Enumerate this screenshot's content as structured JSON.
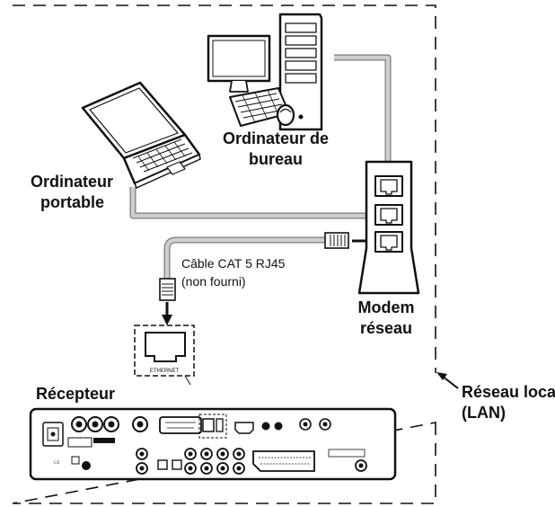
{
  "labels": {
    "desktop_line1": "Ordinateur de",
    "desktop_line2": "bureau",
    "laptop_line1": "Ordinateur",
    "laptop_line2": "portable",
    "cable_line1": "Câble CAT 5 RJ45",
    "cable_line2": "(non fourni)",
    "modem_line1": "Modem",
    "modem_line2": "réseau",
    "receiver": "Récepteur",
    "lan_line1": "Réseau local",
    "lan_line2": "(LAN)",
    "ethernet_port": "ETHERNET"
  },
  "colors": {
    "cable": "#bdbdbd",
    "cable_edge": "#7a7a7a",
    "line": "#111111",
    "background": "#ffffff"
  }
}
